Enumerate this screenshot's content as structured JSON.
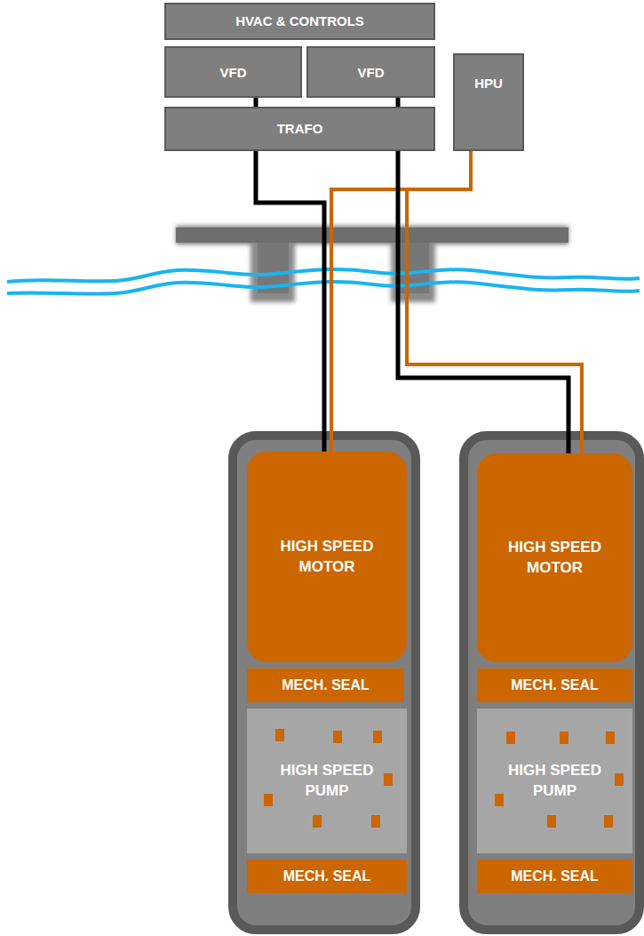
{
  "diagram": {
    "nodes": [
      {
        "text": [
          "HVAC & CONTROLS"
        ]
      },
      {
        "text": [
          "VFD"
        ]
      },
      {
        "text": [
          "VFD"
        ]
      },
      {
        "text": [
          "HPU"
        ]
      },
      {
        "text": [
          "TRAFO"
        ]
      },
      {
        "text": [
          "HIGH SPEED MOTOR"
        ]
      },
      {
        "text": [
          "MECH. SEAL"
        ]
      },
      {
        "text": [
          "HIGH SPEED PUMP"
        ]
      },
      {
        "text": [
          "MECH. SEAL"
        ]
      },
      {
        "text": [
          "HIGH SPEED MOTOR"
        ]
      },
      {
        "text": [
          "MECH. SEAL"
        ]
      },
      {
        "text": [
          "HIGH SPEED PUMP"
        ]
      },
      {
        "text": [
          "MECH. SEAL"
        ]
      }
    ],
    "edges": [
      {
        "from": 1,
        "to": 5,
        "arrow": "none"
      },
      {
        "from": 3,
        "to": 5,
        "arrow": "none"
      },
      {
        "from": 2,
        "to": 9,
        "arrow": "none"
      },
      {
        "from": 3,
        "to": 9,
        "arrow": "none"
      }
    ]
  }
}
